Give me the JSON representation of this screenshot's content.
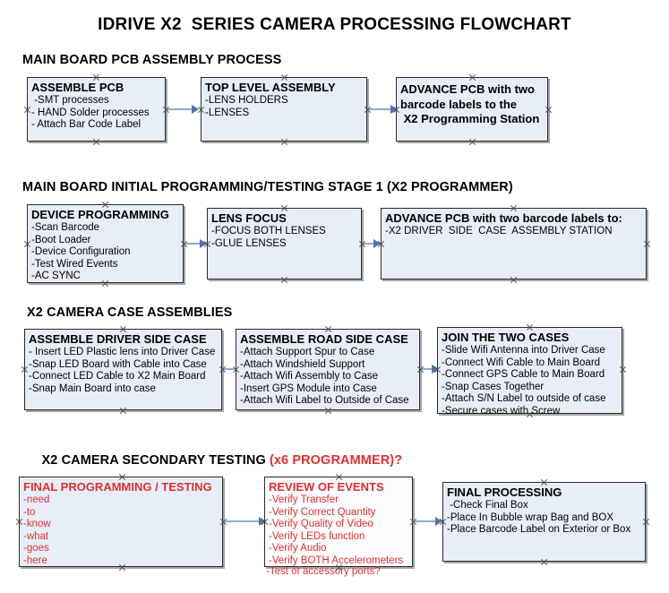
{
  "document": {
    "title": "IDRIVE X2  SERIES CAMERA PROCESSING FLOWCHART"
  },
  "colors": {
    "box_fill": "#e8eef8",
    "box_fill_white": "#fbfcfe",
    "box_border": "#2a2a2a",
    "connector": "#8faac8",
    "arrow": "#4f74a8",
    "red_text": "#e03030",
    "text": "#000000"
  },
  "sections": [
    {
      "heading": "MAIN BOARD PCB ASSEMBLY PROCESS",
      "heading_accent": ""
    },
    {
      "heading": "MAIN BOARD INITIAL PROGRAMMING/TESTING STAGE 1 (X2 PROGRAMMER)",
      "heading_accent": ""
    },
    {
      "heading": "X2 CAMERA CASE ASSEMBLIES",
      "heading_accent": ""
    },
    {
      "heading": "X2 CAMERA SECONDARY TESTING ",
      "heading_accent": "(x6 PROGRAMMER)?"
    }
  ],
  "boxes": {
    "assemble_pcb": {
      "header": "ASSEMBLE PCB",
      "lines": [
        " -SMT processes",
        "- HAND Solder processes",
        "- Attach Bar Code Label"
      ]
    },
    "top_level_assembly": {
      "header": "TOP LEVEL ASSEMBLY",
      "lines": [
        "-LENS HOLDERS",
        "-LENSES"
      ]
    },
    "advance_pcb_station": {
      "header": "",
      "lines": [
        "ADVANCE PCB with two",
        "barcode labels to the",
        " X2 Programming Station"
      ]
    },
    "device_programming": {
      "header": "DEVICE PROGRAMMING",
      "lines": [
        "-Scan Barcode",
        "-Boot Loader",
        "-Device Configuration",
        "-Test Wired Events",
        "-AC SYNC"
      ]
    },
    "lens_focus": {
      "header": "LENS FOCUS",
      "lines": [
        "-FOCUS BOTH LENSES",
        "-GLUE LENSES"
      ]
    },
    "advance_pcb_driver": {
      "header": "ADVANCE PCB with two barcode labels to:",
      "lines": [
        "-X2 DRIVER  SIDE  CASE  ASSEMBLY STATION"
      ]
    },
    "assemble_driver_side": {
      "header": "ASSEMBLE DRIVER SIDE CASE",
      "lines": [
        "- Insert LED Plastic lens into Driver Case",
        "-Snap LED Board with Cable into Case",
        "-Connect LED Cable to X2 Main Board",
        "-Snap Main Board into case"
      ]
    },
    "assemble_road_side": {
      "header": "ASSEMBLE ROAD SIDE CASE",
      "lines": [
        "-Attach Support Spur to Case",
        "-Attach Windshield Support",
        "-Attach Wifi Assembly to Case",
        "-Insert GPS Module into Case",
        "-Attach Wifi Label to Outside of Case"
      ]
    },
    "join_two_cases": {
      "header": "JOIN THE TWO CASES",
      "lines": [
        "-Slide Wifi Antenna into Driver Case",
        "-Connect Wifi Cable to Main Board",
        "-Connect GPS Cable to Main Board",
        "-Snap Cases Together",
        "-Attach S/N Label to outside of case",
        "-Secure cases with Screw"
      ]
    },
    "final_programming": {
      "header": "FINAL PROGRAMMING / TESTING",
      "lines": [
        "-need",
        "-to",
        "-know",
        "-what",
        "-goes",
        "-here"
      ]
    },
    "review_of_events": {
      "header": "REVIEW OF EVENTS",
      "lines": [
        "-Verify Transfer",
        "-Verify Correct Quantity",
        "-Verify Quality of Video",
        "-Verify LEDs function",
        "-Verify Audio",
        "-Verify BOTH Accelerometers"
      ],
      "overflow_line": "-Test of accessory ports?"
    },
    "final_processing": {
      "header": "FINAL PROCESSING",
      "lines": [
        " -Check Final Box",
        "-Place In Bubble wrap Bag and BOX",
        "-Place Barcode Label on Exterior or Box"
      ]
    }
  }
}
